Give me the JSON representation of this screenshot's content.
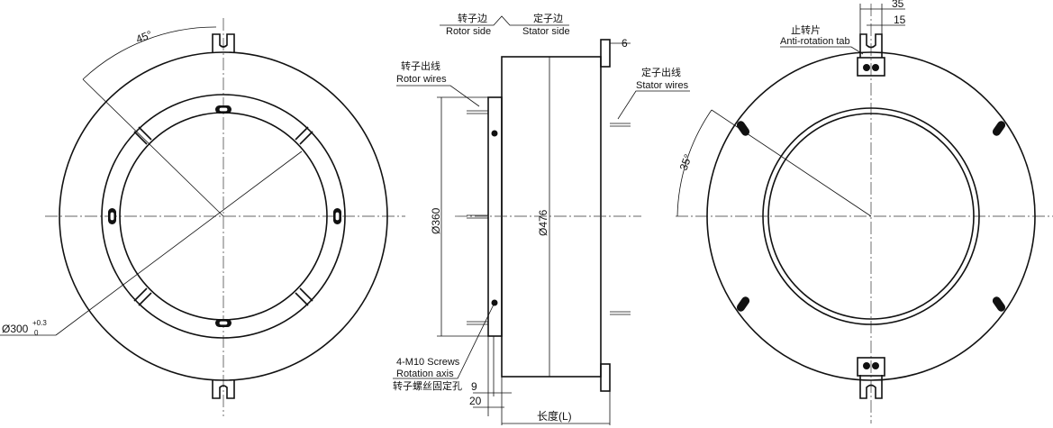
{
  "title": "",
  "left_view": {
    "angle_label": "45°",
    "bore_label": "Ø300",
    "tol_upper": "+0.3",
    "tol_lower": "0"
  },
  "side_view": {
    "rotor_side_cn": "转子边",
    "rotor_side_en": "Rotor side",
    "stator_side_cn": "定子边",
    "stator_side_en": "Stator side",
    "rotor_wires_cn": "转子出线",
    "rotor_wires_en": "Rotor wires",
    "stator_wires_cn": "定子出线",
    "stator_wires_en": "Stator wires",
    "dim_flange": "6",
    "dim_inner_diameter": "Ø360",
    "dim_outer_diameter": "Ø476",
    "screws_label": "4-M10 Screws",
    "rotation_axis_label": "Rotation axis",
    "screws_cn": "转子螺丝固定孔",
    "dim_9": "9",
    "dim_20": "20",
    "length_label": "长度(L)"
  },
  "right_view": {
    "tab_cn": "止转片",
    "tab_en": "Anti-rotation tab",
    "dim_35": "35",
    "dim_15": "15",
    "angle_label": "35°"
  }
}
